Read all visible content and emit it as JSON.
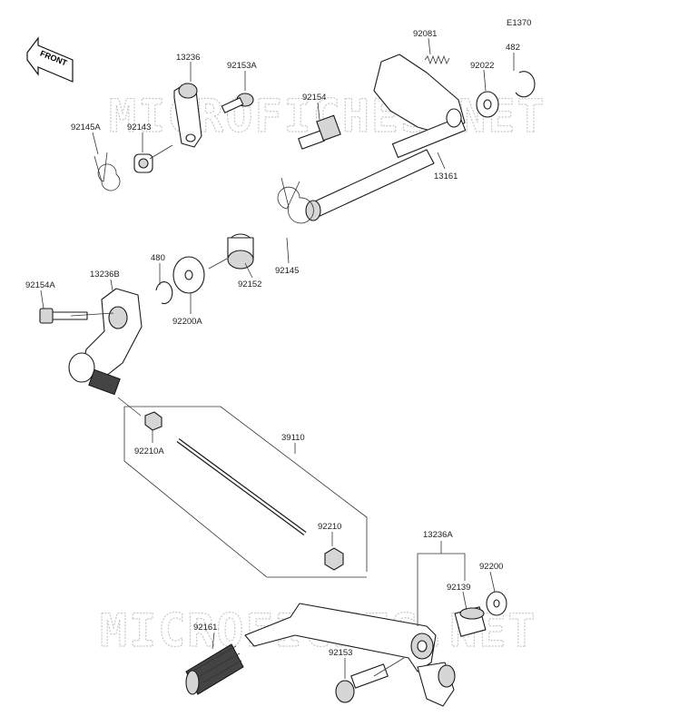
{
  "diagram": {
    "code": "E1370",
    "front_label": "FRONT",
    "watermark": "MICROFICHES.NET",
    "parts": [
      {
        "id": "p13236",
        "label": "13236"
      },
      {
        "id": "p92153A",
        "label": "92153A"
      },
      {
        "id": "p92081",
        "label": "92081"
      },
      {
        "id": "p482",
        "label": "482"
      },
      {
        "id": "p92022",
        "label": "92022"
      },
      {
        "id": "p92145A",
        "label": "92145A"
      },
      {
        "id": "p92143",
        "label": "92143"
      },
      {
        "id": "p92154",
        "label": "92154"
      },
      {
        "id": "p13161",
        "label": "13161"
      },
      {
        "id": "p480",
        "label": "480"
      },
      {
        "id": "p92152",
        "label": "92152"
      },
      {
        "id": "p92145",
        "label": "92145"
      },
      {
        "id": "p92154A",
        "label": "92154A"
      },
      {
        "id": "p13236B",
        "label": "13236B"
      },
      {
        "id": "p92200A",
        "label": "92200A"
      },
      {
        "id": "p39110",
        "label": "39110"
      },
      {
        "id": "p92210A",
        "label": "92210A"
      },
      {
        "id": "p92210",
        "label": "92210"
      },
      {
        "id": "p13236A",
        "label": "13236A"
      },
      {
        "id": "p92200",
        "label": "92200"
      },
      {
        "id": "p92139",
        "label": "92139"
      },
      {
        "id": "p92161",
        "label": "92161"
      },
      {
        "id": "p92153",
        "label": "92153"
      }
    ]
  }
}
